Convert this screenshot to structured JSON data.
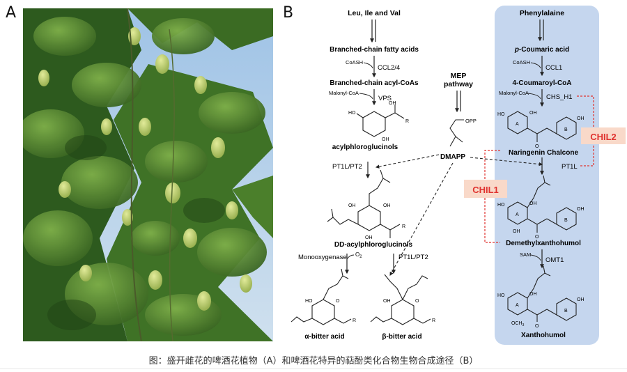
{
  "panels": {
    "a": "A",
    "b": "B"
  },
  "pathway": {
    "left_top": "Leu, Ile and Val",
    "left_step1": "Branched-chain fatty acids",
    "coash_1": "CoASH",
    "ccl24": "CCL2/4",
    "left_step2": "Branched-chain acyl-CoAs",
    "malonyl_1": "Malonyl-CoA",
    "vps": "VPS",
    "acylphloroglucinols": "acylphloroglucinols",
    "mep_1": "MEP",
    "mep_2": "pathway",
    "opp": "OPP",
    "dmapp": "DMAPP",
    "pt1l_pt2_a": "PT1L/PT2",
    "dd_acyl": "DD-acylphloroglucinols",
    "monooxygenase": "Monooxygenase",
    "o2": "O",
    "o2_sub": "2",
    "pt1l_pt2_b": "PT1L/PT2",
    "alpha_acid": "α-bitter acid",
    "beta_acid": "β-bitter acid",
    "right_top": "Phenylalaine",
    "p_coumaric_prefix": "p",
    "p_coumaric": "-Coumaric acid",
    "coash_2": "CoASH",
    "ccl1": "CCL1",
    "coumaroyl": "4-Coumaroyl-CoA",
    "malonyl_2": "Malonyl-CoA",
    "chs": "CHS_H1",
    "chil2": "CHIL2",
    "naringenin": "Naringenin Chalcone",
    "pt1l": "PT1L",
    "chil1": "CHIL1",
    "demethyl": "Demethylxanthohumol",
    "sam": "SAM",
    "omt1": "OMT1",
    "xanthohumol": "Xanthohumol",
    "oh": "OH",
    "ho": "HO",
    "o": "O",
    "r": "R",
    "och3": "OCH",
    "ring_a": "A",
    "ring_b": "B"
  },
  "caption": "图：盛开雌花的啤酒花植物（A）和啤酒花特异的萜酚类化合物生物合成途径（B）",
  "colors": {
    "panel_bg": "#c5d6ee",
    "chil_red": "#e0332f",
    "chil_box": "#f9d9c9",
    "sky": "#a9c9e8"
  }
}
